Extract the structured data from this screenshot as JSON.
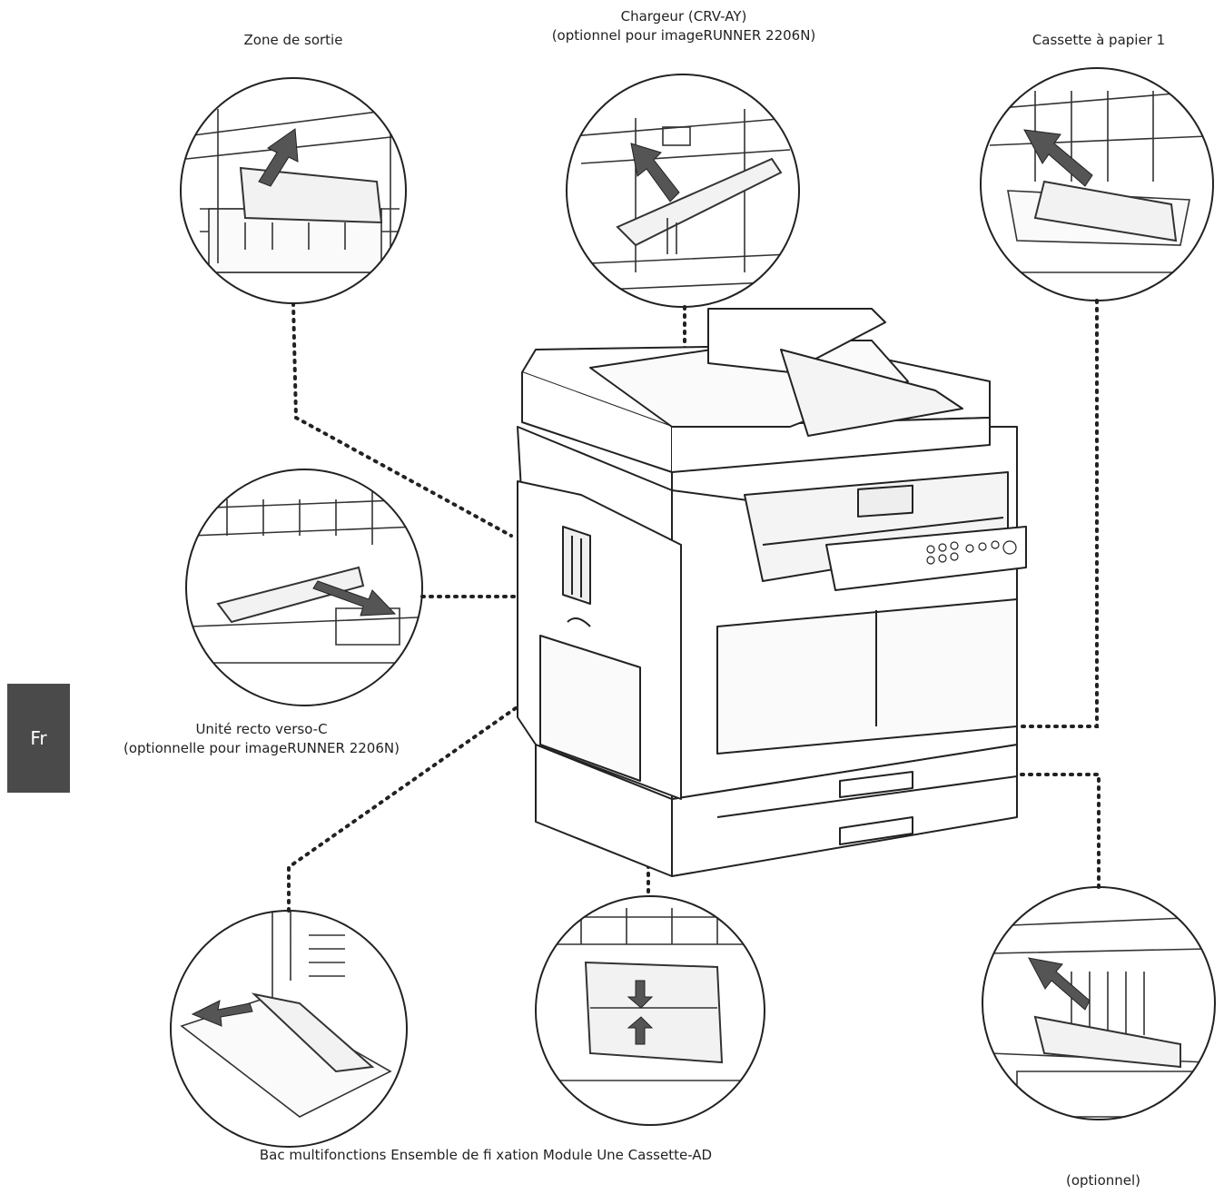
{
  "labels": {
    "output_area": "Zone de sortie",
    "feeder_line1": "Chargeur (CRV-AY)",
    "feeder_line2": "(optionnel pour imageRUNNER 2206N)",
    "cassette1": "Cassette à papier 1",
    "duplex_line1": "Unité recto verso-C",
    "duplex_line2": "(optionnelle pour imageRUNNER 2206N)",
    "bottom_row": "Bac multifonctions Ensemble de fi xation Module Une Cassette-AD",
    "optional": "(optionnel)"
  },
  "side_tab": "Fr",
  "colors": {
    "tab": "#4a4a4a",
    "line": "#222222",
    "arrow": "#555555"
  }
}
